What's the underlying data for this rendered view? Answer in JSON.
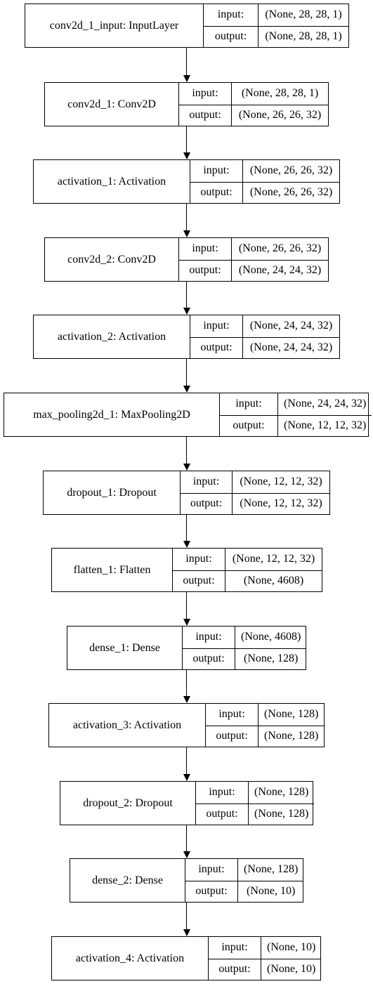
{
  "diagram": {
    "io_labels": {
      "input": "input:",
      "output": "output:"
    },
    "layers": [
      {
        "name": "conv2d_1_input: InputLayer",
        "input": "(None, 28, 28, 1)",
        "output": "(None, 28, 28, 1)"
      },
      {
        "name": "conv2d_1: Conv2D",
        "input": "(None, 28, 28, 1)",
        "output": "(None, 26, 26, 32)"
      },
      {
        "name": "activation_1: Activation",
        "input": "(None, 26, 26, 32)",
        "output": "(None, 26, 26, 32)"
      },
      {
        "name": "conv2d_2: Conv2D",
        "input": "(None, 26, 26, 32)",
        "output": "(None, 24, 24, 32)"
      },
      {
        "name": "activation_2: Activation",
        "input": "(None, 24, 24, 32)",
        "output": "(None, 24, 24, 32)"
      },
      {
        "name": "max_pooling2d_1: MaxPooling2D",
        "input": "(None, 24, 24, 32)",
        "output": "(None, 12, 12, 32)"
      },
      {
        "name": "dropout_1: Dropout",
        "input": "(None, 12, 12, 32)",
        "output": "(None, 12, 12, 32)"
      },
      {
        "name": "flatten_1: Flatten",
        "input": "(None, 12, 12, 32)",
        "output": "(None, 4608)"
      },
      {
        "name": "dense_1: Dense",
        "input": "(None, 4608)",
        "output": "(None, 128)"
      },
      {
        "name": "activation_3: Activation",
        "input": "(None, 128)",
        "output": "(None, 128)"
      },
      {
        "name": "dropout_2: Dropout",
        "input": "(None, 128)",
        "output": "(None, 128)"
      },
      {
        "name": "dense_2: Dense",
        "input": "(None, 128)",
        "output": "(None, 10)"
      },
      {
        "name": "activation_4: Activation",
        "input": "(None, 10)",
        "output": "(None, 10)"
      }
    ]
  }
}
